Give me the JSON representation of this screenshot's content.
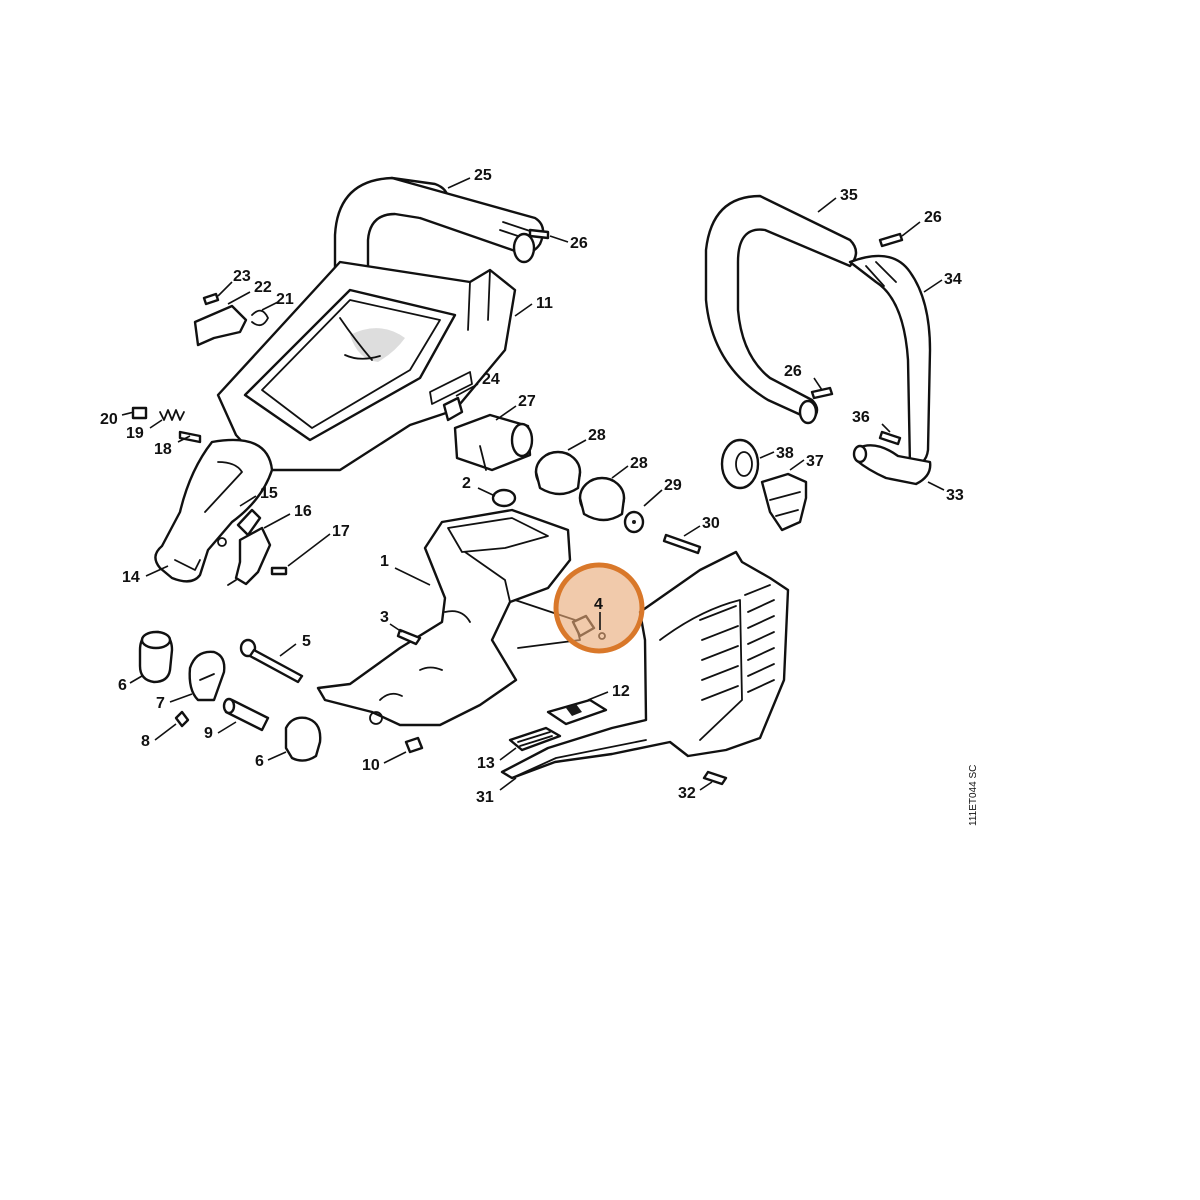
{
  "diagram": {
    "reference_code": "111ET044 SC",
    "highlighted_callout": "4",
    "highlight_color": "#e8aa78",
    "highlight_border_color": "#d9782a"
  },
  "callouts": [
    {
      "id": "c1",
      "text": "1"
    },
    {
      "id": "c2",
      "text": "2"
    },
    {
      "id": "c3",
      "text": "3"
    },
    {
      "id": "c4",
      "text": "4"
    },
    {
      "id": "c5",
      "text": "5"
    },
    {
      "id": "c6a",
      "text": "6"
    },
    {
      "id": "c6b",
      "text": "6"
    },
    {
      "id": "c7",
      "text": "7"
    },
    {
      "id": "c8",
      "text": "8"
    },
    {
      "id": "c9",
      "text": "9"
    },
    {
      "id": "c10",
      "text": "10"
    },
    {
      "id": "c11",
      "text": "11"
    },
    {
      "id": "c12",
      "text": "12"
    },
    {
      "id": "c13",
      "text": "13"
    },
    {
      "id": "c14",
      "text": "14"
    },
    {
      "id": "c15",
      "text": "15"
    },
    {
      "id": "c16",
      "text": "16"
    },
    {
      "id": "c17",
      "text": "17"
    },
    {
      "id": "c18",
      "text": "18"
    },
    {
      "id": "c19",
      "text": "19"
    },
    {
      "id": "c20",
      "text": "20"
    },
    {
      "id": "c21",
      "text": "21"
    },
    {
      "id": "c22",
      "text": "22"
    },
    {
      "id": "c23",
      "text": "23"
    },
    {
      "id": "c24",
      "text": "24"
    },
    {
      "id": "c25",
      "text": "25"
    },
    {
      "id": "c26a",
      "text": "26"
    },
    {
      "id": "c26b",
      "text": "26"
    },
    {
      "id": "c26c",
      "text": "26"
    },
    {
      "id": "c27",
      "text": "27"
    },
    {
      "id": "c28a",
      "text": "28"
    },
    {
      "id": "c28b",
      "text": "28"
    },
    {
      "id": "c29",
      "text": "29"
    },
    {
      "id": "c30",
      "text": "30"
    },
    {
      "id": "c31",
      "text": "31"
    },
    {
      "id": "c32",
      "text": "32"
    },
    {
      "id": "c33",
      "text": "33"
    },
    {
      "id": "c34",
      "text": "34"
    },
    {
      "id": "c35",
      "text": "35"
    },
    {
      "id": "c36",
      "text": "36"
    },
    {
      "id": "c37",
      "text": "37"
    },
    {
      "id": "c38",
      "text": "38"
    }
  ]
}
